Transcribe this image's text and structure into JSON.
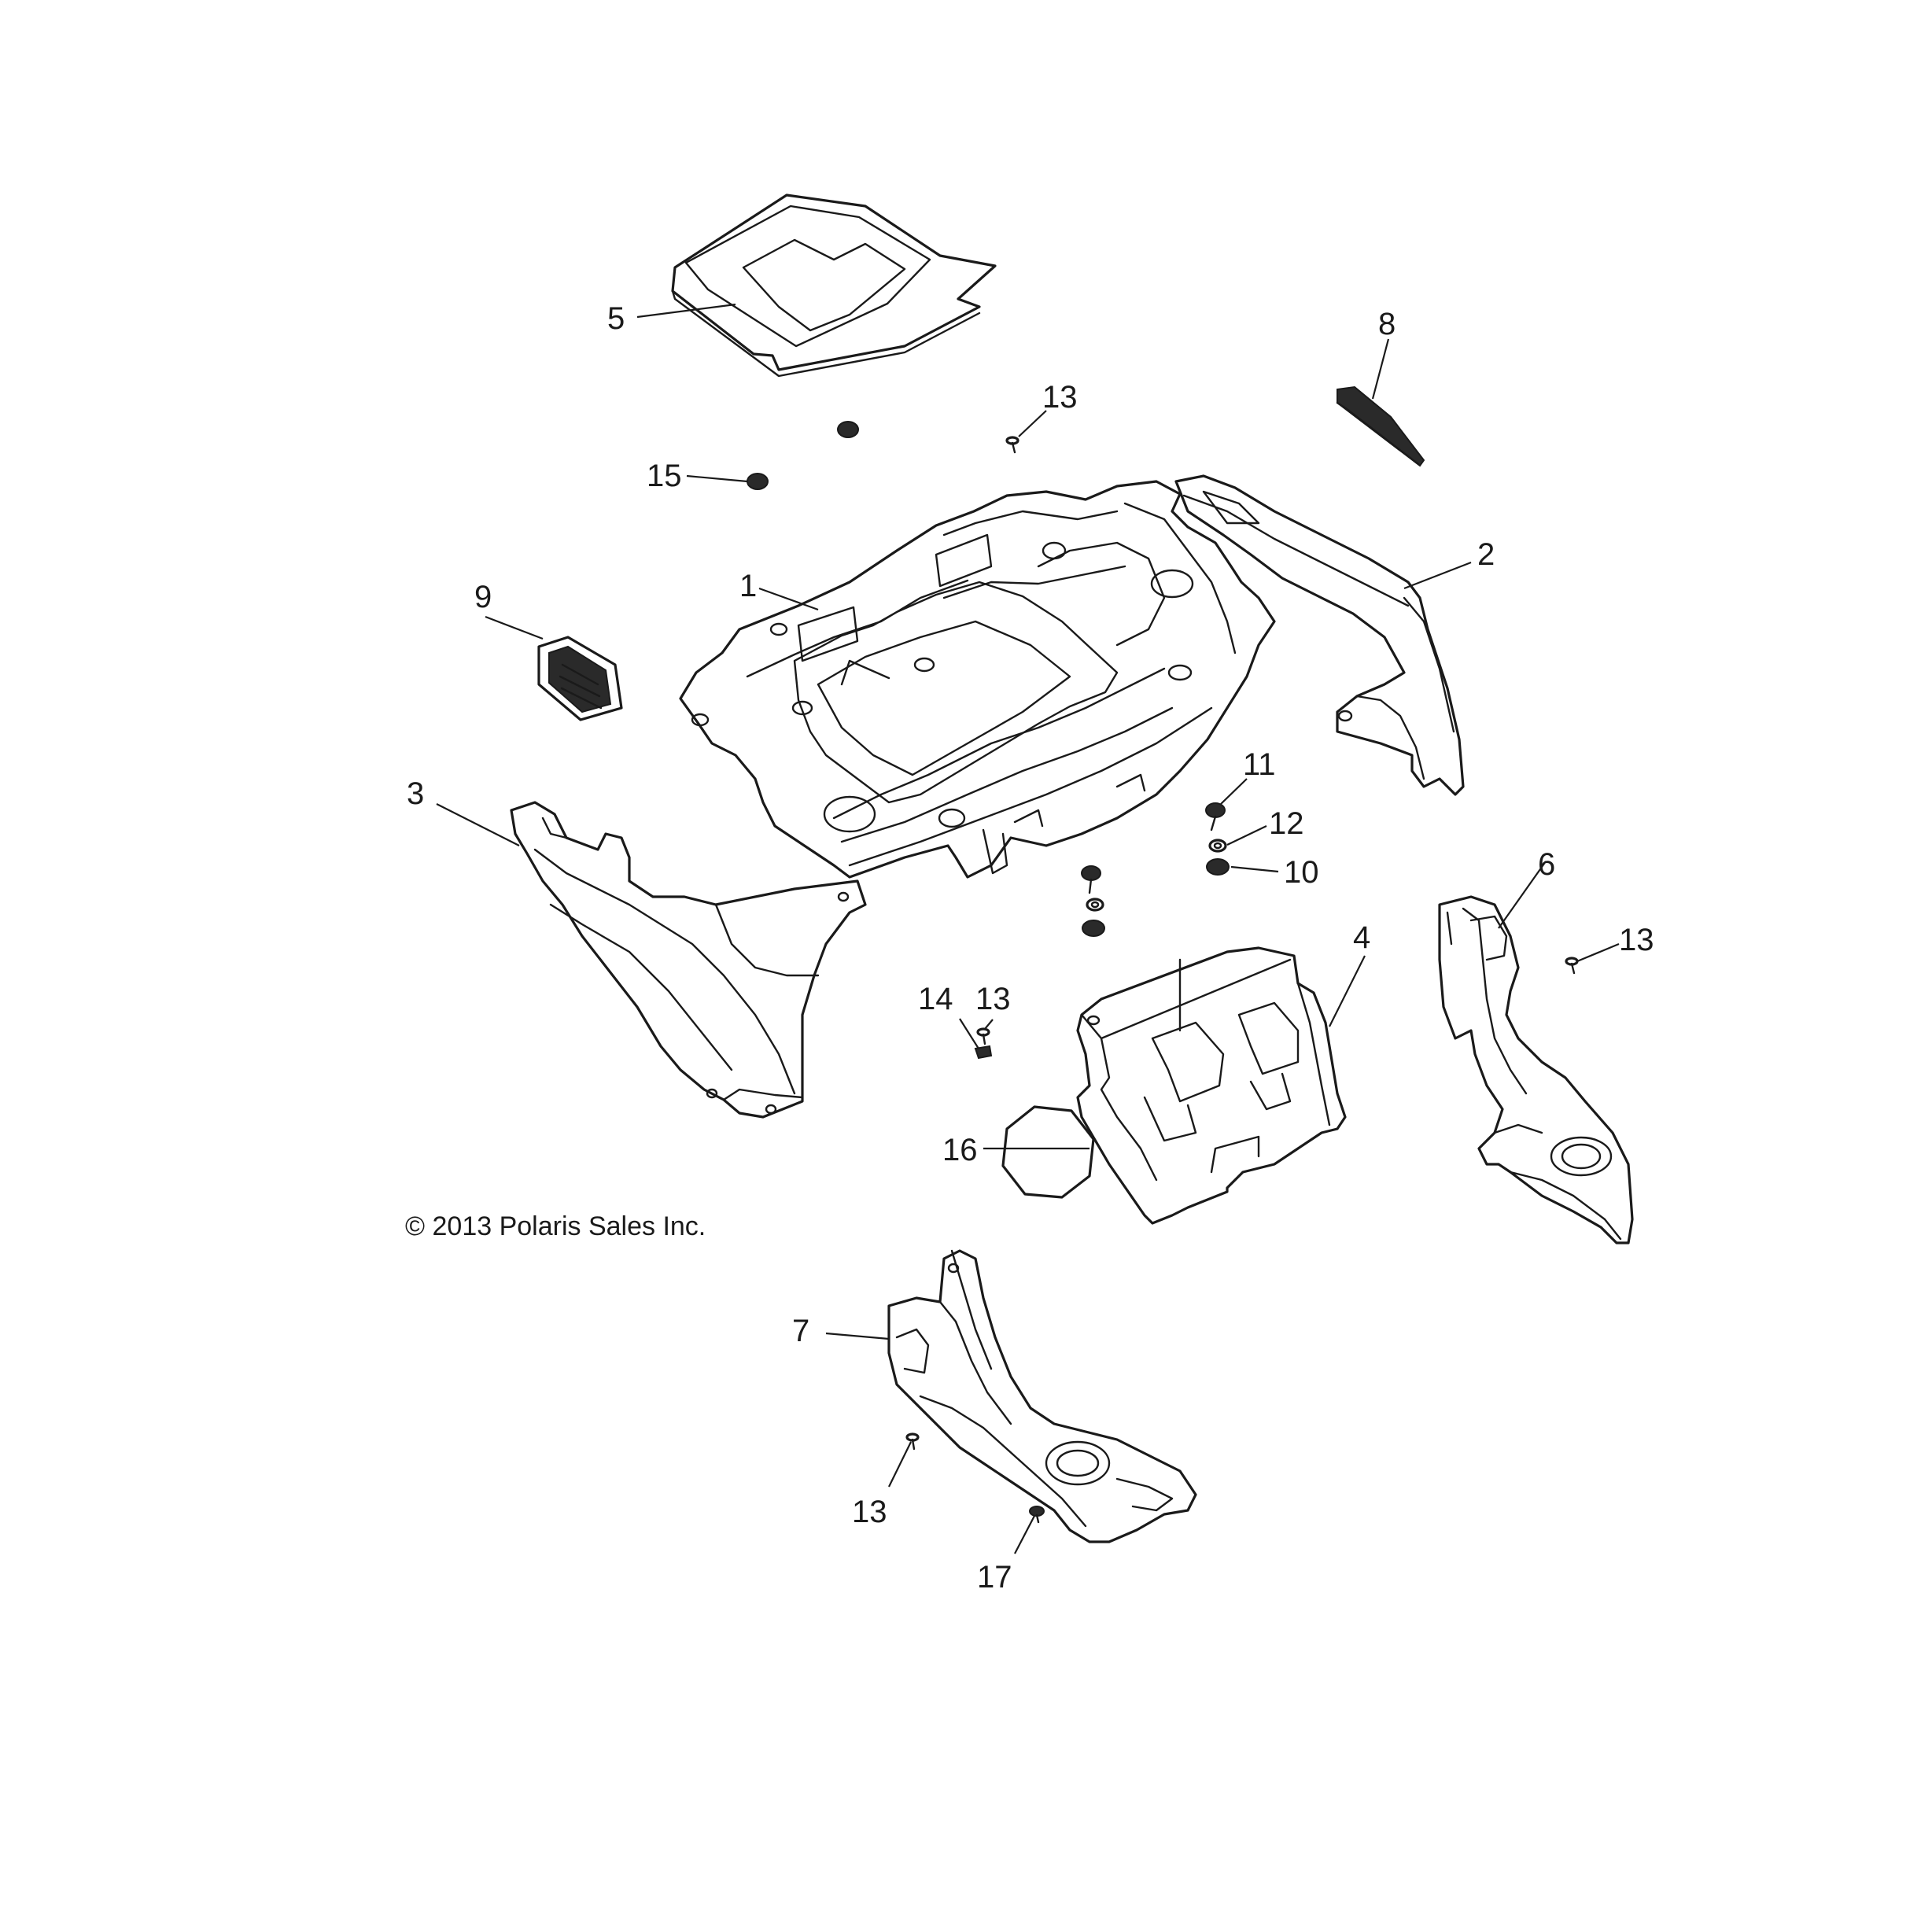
{
  "diagram": {
    "copyright": "© 2013 Polaris Sales Inc.",
    "callouts": {
      "c1": "1",
      "c2": "2",
      "c3": "3",
      "c4": "4",
      "c5": "5",
      "c6": "6",
      "c7": "7",
      "c8": "8",
      "c9": "9",
      "c10": "10",
      "c11": "11",
      "c12": "12",
      "c13_top": "13",
      "c13_right": "13",
      "c13_mid": "13",
      "c13_bottom": "13",
      "c14": "14",
      "c15": "15",
      "c16": "16",
      "c17": "17"
    },
    "line_color": "#1a1a1a",
    "background": "#ffffff"
  }
}
